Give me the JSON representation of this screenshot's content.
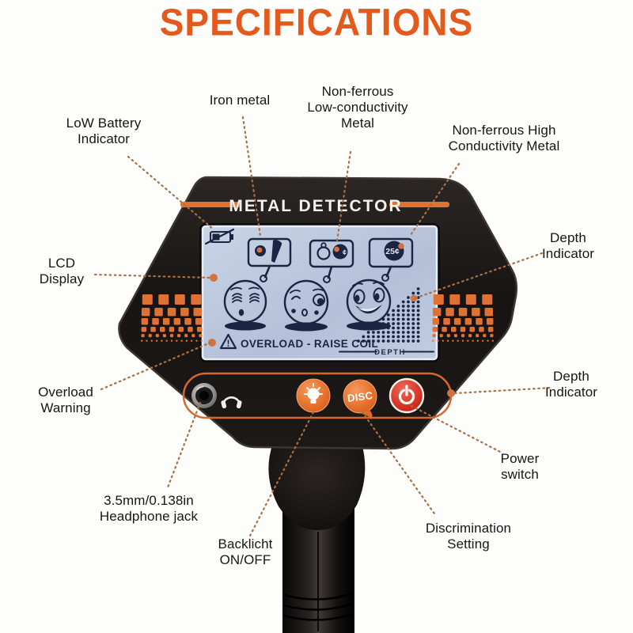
{
  "title": "SPECIFICATIONS",
  "device": {
    "brand": "METAL DETECTOR",
    "lcd": {
      "overload_text": "OVERLOAD - RAISE COIL",
      "depth_label": "DEPTH",
      "quarter_coin_label": "25¢",
      "cent_coin_label": "¢",
      "warning_mark": "!"
    },
    "buttons": {
      "disc_label": "DISC"
    },
    "icons": [
      "low-battery-icon",
      "warning-triangle-icon",
      "bulb-icon",
      "power-icon",
      "headphones-icon",
      "depth-bars-icon",
      "ring-icon",
      "screw-icon",
      "coin-icon"
    ]
  },
  "callouts": {
    "low_battery": "LoW Battery\nIndicator",
    "iron_metal": "Iron metal",
    "nonferrous_low": "Non-ferrous\nLow-conductivity\nMetal",
    "nonferrous_high": "Non-ferrous High\nConductivity Metal",
    "lcd_display": "LCD\nDisplay",
    "depth_top": "Depth\nIndicator",
    "overload": "Overload\nWarning",
    "depth_bottom": "Depth\nIndicator",
    "power": "Power\nswitch",
    "headphone": "3.5mm/0.138in\nHeadphone jack",
    "backlight": "Backlicht\nON/OFF",
    "discrimination": "Discrimination\nSetting"
  },
  "colors": {
    "accent": "#e4591c",
    "deco_orange": "#df7233",
    "lcd_ink": "#1c2444",
    "lcd_background": "#bcc8de",
    "callout_line": "#aa6f42",
    "callout_dot": "#d4733f",
    "power_red": "#cb2417",
    "button_orange": "#e4702c"
  }
}
